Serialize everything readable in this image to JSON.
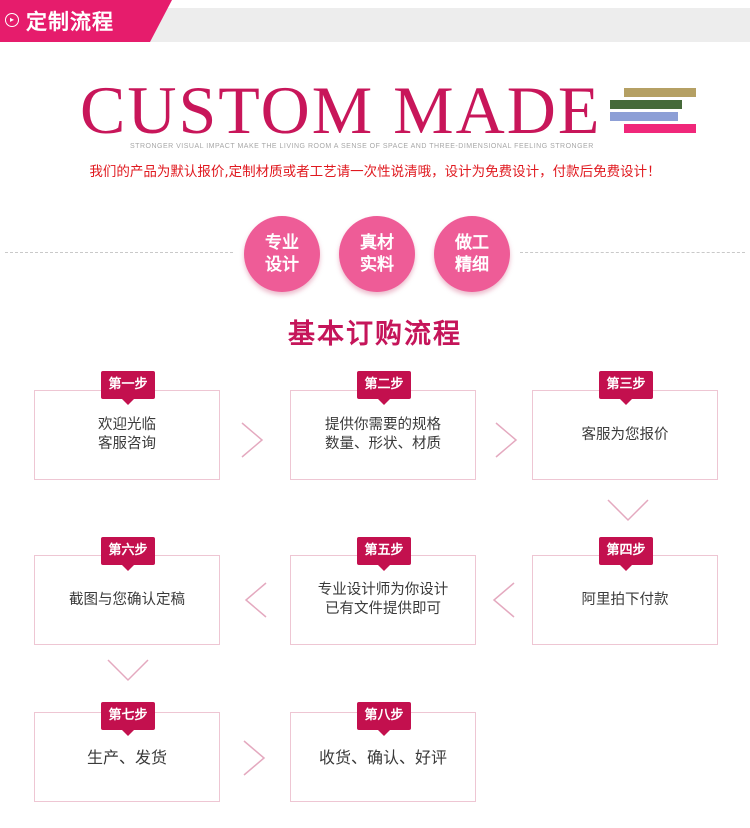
{
  "header": {
    "title": "定制流程",
    "icon": "circle-chevron-right-icon",
    "accent": "#e61c6c"
  },
  "banner": {
    "title": "CUSTOM MADE",
    "subtitle": "STRONGER VISUAL IMPACT MAKE THE LIVING ROOM A SENSE OF SPACE AND THREE-DIMENSIONAL FEELING STRONGER",
    "notice": "我们的产品为默认报价,定制材质或者工艺请一次性说清哦，设计为免费设计，付款后免费设计！",
    "stripe_colors": [
      "#b5a064",
      "#456a3a",
      "#8d9fd6",
      "#f0277a"
    ]
  },
  "features": [
    {
      "line1": "专业",
      "line2": "设计"
    },
    {
      "line1": "真材",
      "line2": "实料"
    },
    {
      "line1": "做工",
      "line2": "精细"
    }
  ],
  "section_title": "基本订购流程",
  "steps": [
    {
      "label": "第一步",
      "text": "欢迎光临\n客服咨询"
    },
    {
      "label": "第二步",
      "text": "提供你需要的规格\n数量、形状、材质"
    },
    {
      "label": "第三步",
      "text": "客服为您报价"
    },
    {
      "label": "第四步",
      "text": "阿里拍下付款"
    },
    {
      "label": "第五步",
      "text": "专业设计师为你设计\n已有文件提供即可"
    },
    {
      "label": "第六步",
      "text": "截图与您确认定稿"
    },
    {
      "label": "第七步",
      "text": "生产、发货"
    },
    {
      "label": "第八步",
      "text": "收货、确认、好评"
    }
  ],
  "colors": {
    "brand": "#c8165a",
    "circle": "#ee5c97",
    "badge": "#c3104e",
    "box_border": "#eec6d3",
    "notice": "#e0191f"
  }
}
